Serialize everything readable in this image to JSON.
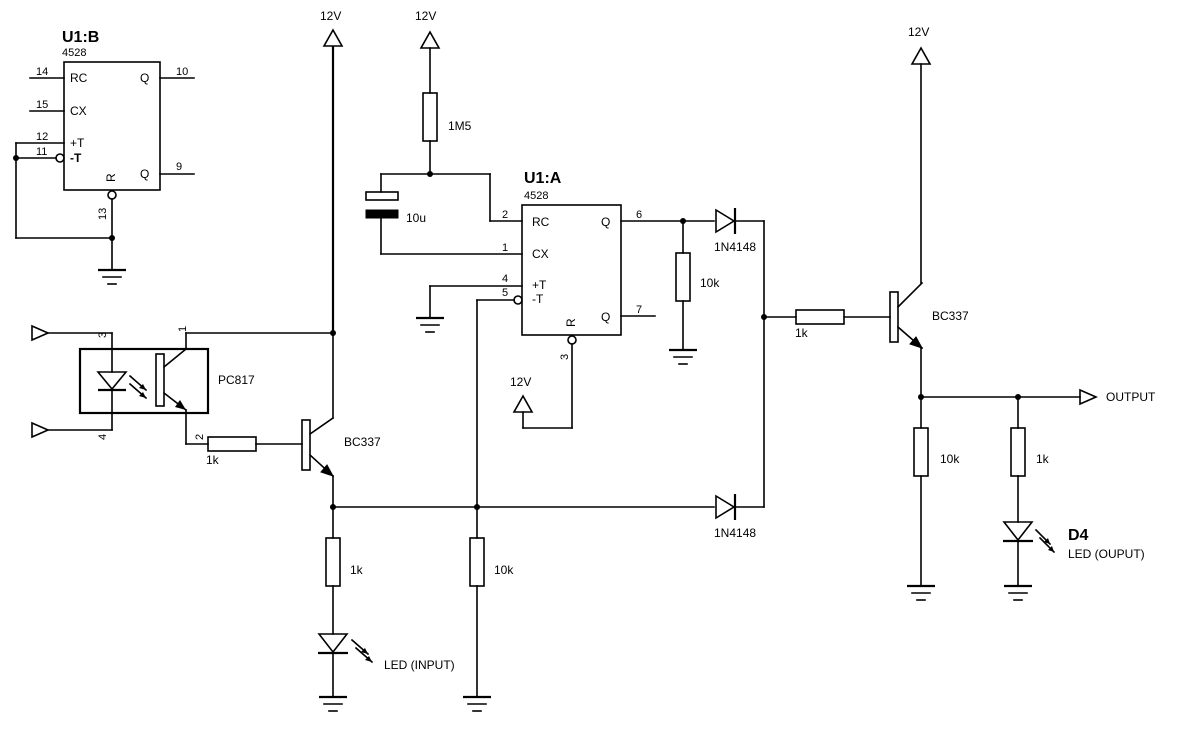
{
  "power": {
    "vcc_label": "12V"
  },
  "u1b": {
    "ref": "U1:B",
    "part": "4528",
    "pins": {
      "rc": "RC",
      "cx": "CX",
      "pt": "+T",
      "nt": "-T",
      "r": "R",
      "q": "Q",
      "qn": "Q"
    },
    "pin_numbers": {
      "rc": "14",
      "cx": "15",
      "pt": "12",
      "nt": "11",
      "r": "13",
      "q": "10",
      "qn": "9"
    }
  },
  "u1a": {
    "ref": "U1:A",
    "part": "4528",
    "pins": {
      "rc": "RC",
      "cx": "CX",
      "pt": "+T",
      "nt": "-T",
      "r": "R",
      "q": "Q",
      "qn": "Q"
    },
    "pin_numbers": {
      "rc": "2",
      "cx": "1",
      "pt": "4",
      "nt": "5",
      "r": "3",
      "q": "6",
      "qn": "7"
    }
  },
  "components": {
    "r_1m5": "1M5",
    "c_10u": "10u",
    "r_10k_q": "10k",
    "d_top": "1N4148",
    "d_bottom": "1N4148",
    "r_base_out": "1k",
    "q_out": "BC337",
    "r_10k_out": "10k",
    "r_1k_led_out": "1k",
    "led_out_ref": "D4",
    "led_out_label": "LED (OUPUT)",
    "output_label": "OUTPUT",
    "opto": "PC817",
    "opto_pins": {
      "p1": "1",
      "p2": "2",
      "p3": "3",
      "p4": "4"
    },
    "r_base_in": "1k",
    "q_in": "BC337",
    "r_1k_led_in": "1k",
    "led_in_label": "LED (INPUT)",
    "r_10k_emitter": "10k"
  }
}
